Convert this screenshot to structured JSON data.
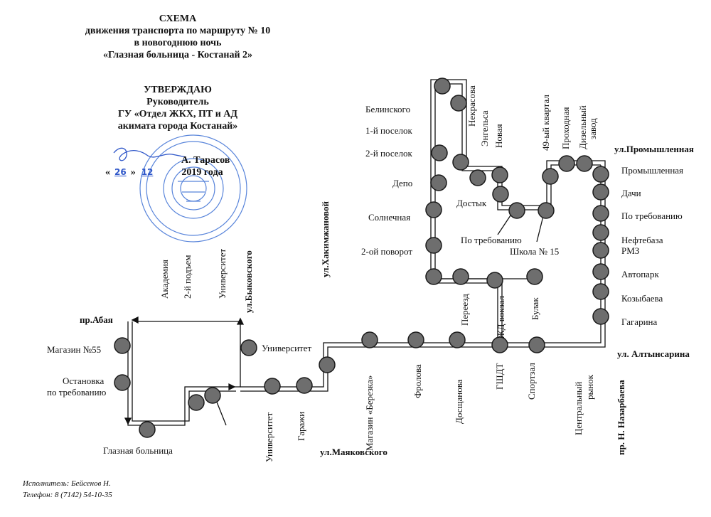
{
  "header": {
    "title": "СХЕМА",
    "line2": "движения  транспорта по маршруту № 10",
    "line3": "в новогоднюю ночь",
    "line4": "«Глазная больница - Костанай 2»"
  },
  "approval": {
    "heading": "УТВЕРЖДАЮ",
    "role": "Руководитель",
    "org1": "ГУ «Отдел ЖКХ, ПТ и АД",
    "org2": "акимата города Костанай»",
    "signature_name": "А. Тарасов",
    "date_open": "«",
    "date_day": "26",
    "date_mid": "»",
    "date_month": "12",
    "date_year": "2019 года"
  },
  "streets": {
    "abaya": "пр.Абая",
    "bykovskogo": "ул.Быковского",
    "khakimzhanovoy": "ул.Хакимжановой",
    "mayakovskogo": "ул.Маяковского",
    "promyshlennaya": "ул.Промышленная",
    "altynsarina": "ул. Алтынсарина",
    "nazarbaeva": "пр. Н. Назарбаева"
  },
  "stops": {
    "magazin55": "Магазин №55",
    "ostanovka1": "Остановка",
    "ostanovka2": "по требованию",
    "glaznaya": "Глазная больница",
    "akademiya": "Академия",
    "podem": "2-й подъем",
    "universitet_v": "Университет",
    "universitet_h": "Университет",
    "universitet_low": "Университет",
    "garazhi": "Гаражи",
    "magazin_bereza": "Магазин «Березка»",
    "frolova": "Фролова",
    "doshchanova": "Досщанова",
    "pereezd": "Переезд",
    "zhd_vokzal": "ЖД вокзал",
    "gshdt": "ГШДТ",
    "bulak": "Булак",
    "sportzal": "Спортзал",
    "tsentr1": "Центральный",
    "tsentr2": "рынок",
    "belinskogo": "Белинского",
    "poselok1": "1-й поселок",
    "poselok2": "2-й поселок",
    "depo": "Депо",
    "solnechnaya": "Солнечная",
    "povorot2": "2-ой поворот",
    "nekrasova": "Некрасова",
    "engelsa": "Энгельса",
    "novaya": "Новая",
    "dostyk": "Достык",
    "po_treb_mid": "По требованию",
    "shkola15": "Школа № 15",
    "kvartal49": "49-ый квартал",
    "prokhodnaya": "Проходная",
    "dizel1": "Дизельный",
    "dizel2": "завод",
    "promyshlennaya": "Промышленная",
    "dachi": "Дачи",
    "po_treb_right": "По требованию",
    "neftebaza": "Нефтебаза",
    "rmz": "РМЗ",
    "avtopark": "Автопарк",
    "kozybaeva": "Козыбаева",
    "gagarina": "Гагарина"
  },
  "footer": {
    "executor": "Исполнитель: Бейсенов Н.",
    "phone": "Телефон: 8 (7142) 54-10-35"
  },
  "colors": {
    "stop_fill": "#6e6e6e",
    "stamp": "#3b6fd4",
    "line": "#111111"
  }
}
